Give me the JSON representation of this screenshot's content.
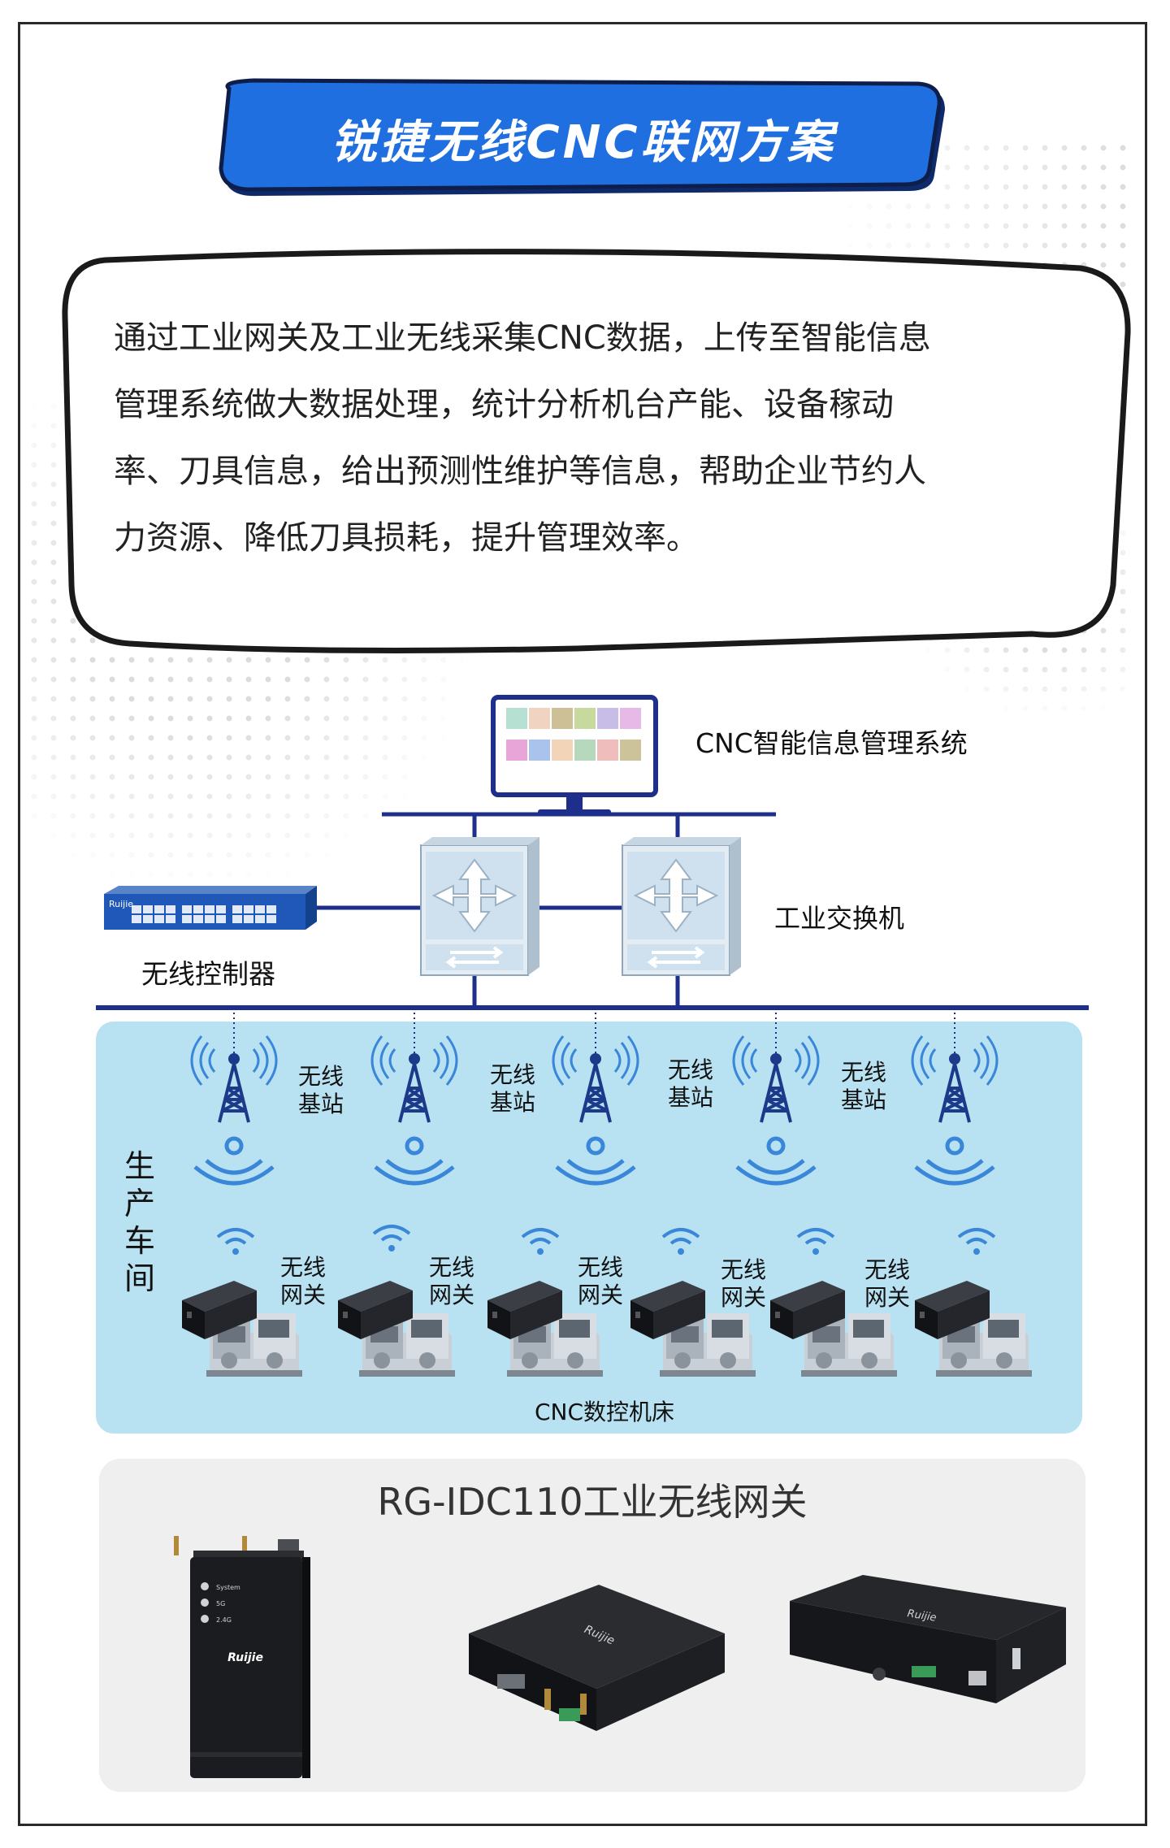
{
  "title": "锐捷无线CNC联网方案",
  "intro_lines": [
    "通过工业网关及工业无线采集CNC数据，上传至智能信息",
    "管理系统做大数据处理，统计分析机台产能、设备稼动",
    "率、刀具信息，给出预测性维护等信息，帮助企业节约人",
    "力资源、降低刀具损耗，提升管理效率。"
  ],
  "diagram": {
    "system_label": "CNC智能信息管理系统",
    "switch_label": "工业交换机",
    "controller_label": "无线控制器",
    "controller_brand": "Ruijie",
    "workshop_label": [
      "生",
      "产",
      "车",
      "间"
    ],
    "base_station_label": [
      "无线",
      "基站"
    ],
    "gateway_label": [
      "无线",
      "网关"
    ],
    "machine_label": "CNC数控机床"
  },
  "product": {
    "title": "RG-IDC110工业无线网关",
    "brand": "Ruijie",
    "led_labels": [
      "System",
      "5G",
      "2.4G"
    ]
  },
  "colors": {
    "banner": "#1f6fe0",
    "line": "#1d2f8a",
    "workshop_bg": "#b8e2f2",
    "wifi": "#3a86d8"
  }
}
